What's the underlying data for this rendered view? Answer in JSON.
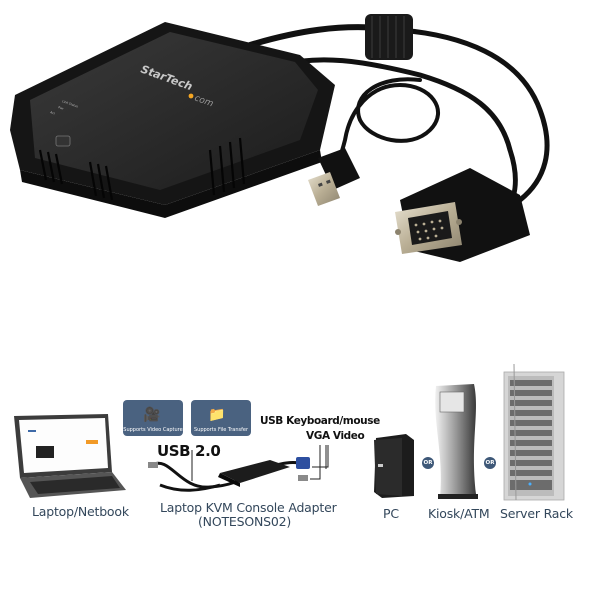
{
  "product_photo": {
    "brand_logo": "StarTech.com",
    "device_labels": [
      "Link Status",
      "Pwr",
      "Act"
    ],
    "connectors": [
      "usb-a-connector",
      "vga-connector",
      "mini-usb-port"
    ]
  },
  "diagram": {
    "badges": [
      {
        "label": "Supports Video Capture",
        "icon": "video-camera-icon"
      },
      {
        "label": "Supports File Transfer",
        "icon": "folder-transfer-icon"
      }
    ],
    "usb_label": "USB 2.0",
    "keyboard_mouse_label": "USB Keyboard/mouse",
    "vga_label": "VGA Video",
    "captions": {
      "laptop": "Laptop/Netbook",
      "adapter_line1": "Laptop KVM Console Adapter",
      "adapter_line2": "(NOTESONS02)",
      "pc": "PC",
      "kiosk": "Kiosk/ATM",
      "server": "Server Rack"
    },
    "or_label": "OR",
    "colors": {
      "badge_bg": "#4a6280",
      "caption_text": "#33475b",
      "or_bg": "#3e5878",
      "logo_accent": "#f5a623"
    }
  }
}
